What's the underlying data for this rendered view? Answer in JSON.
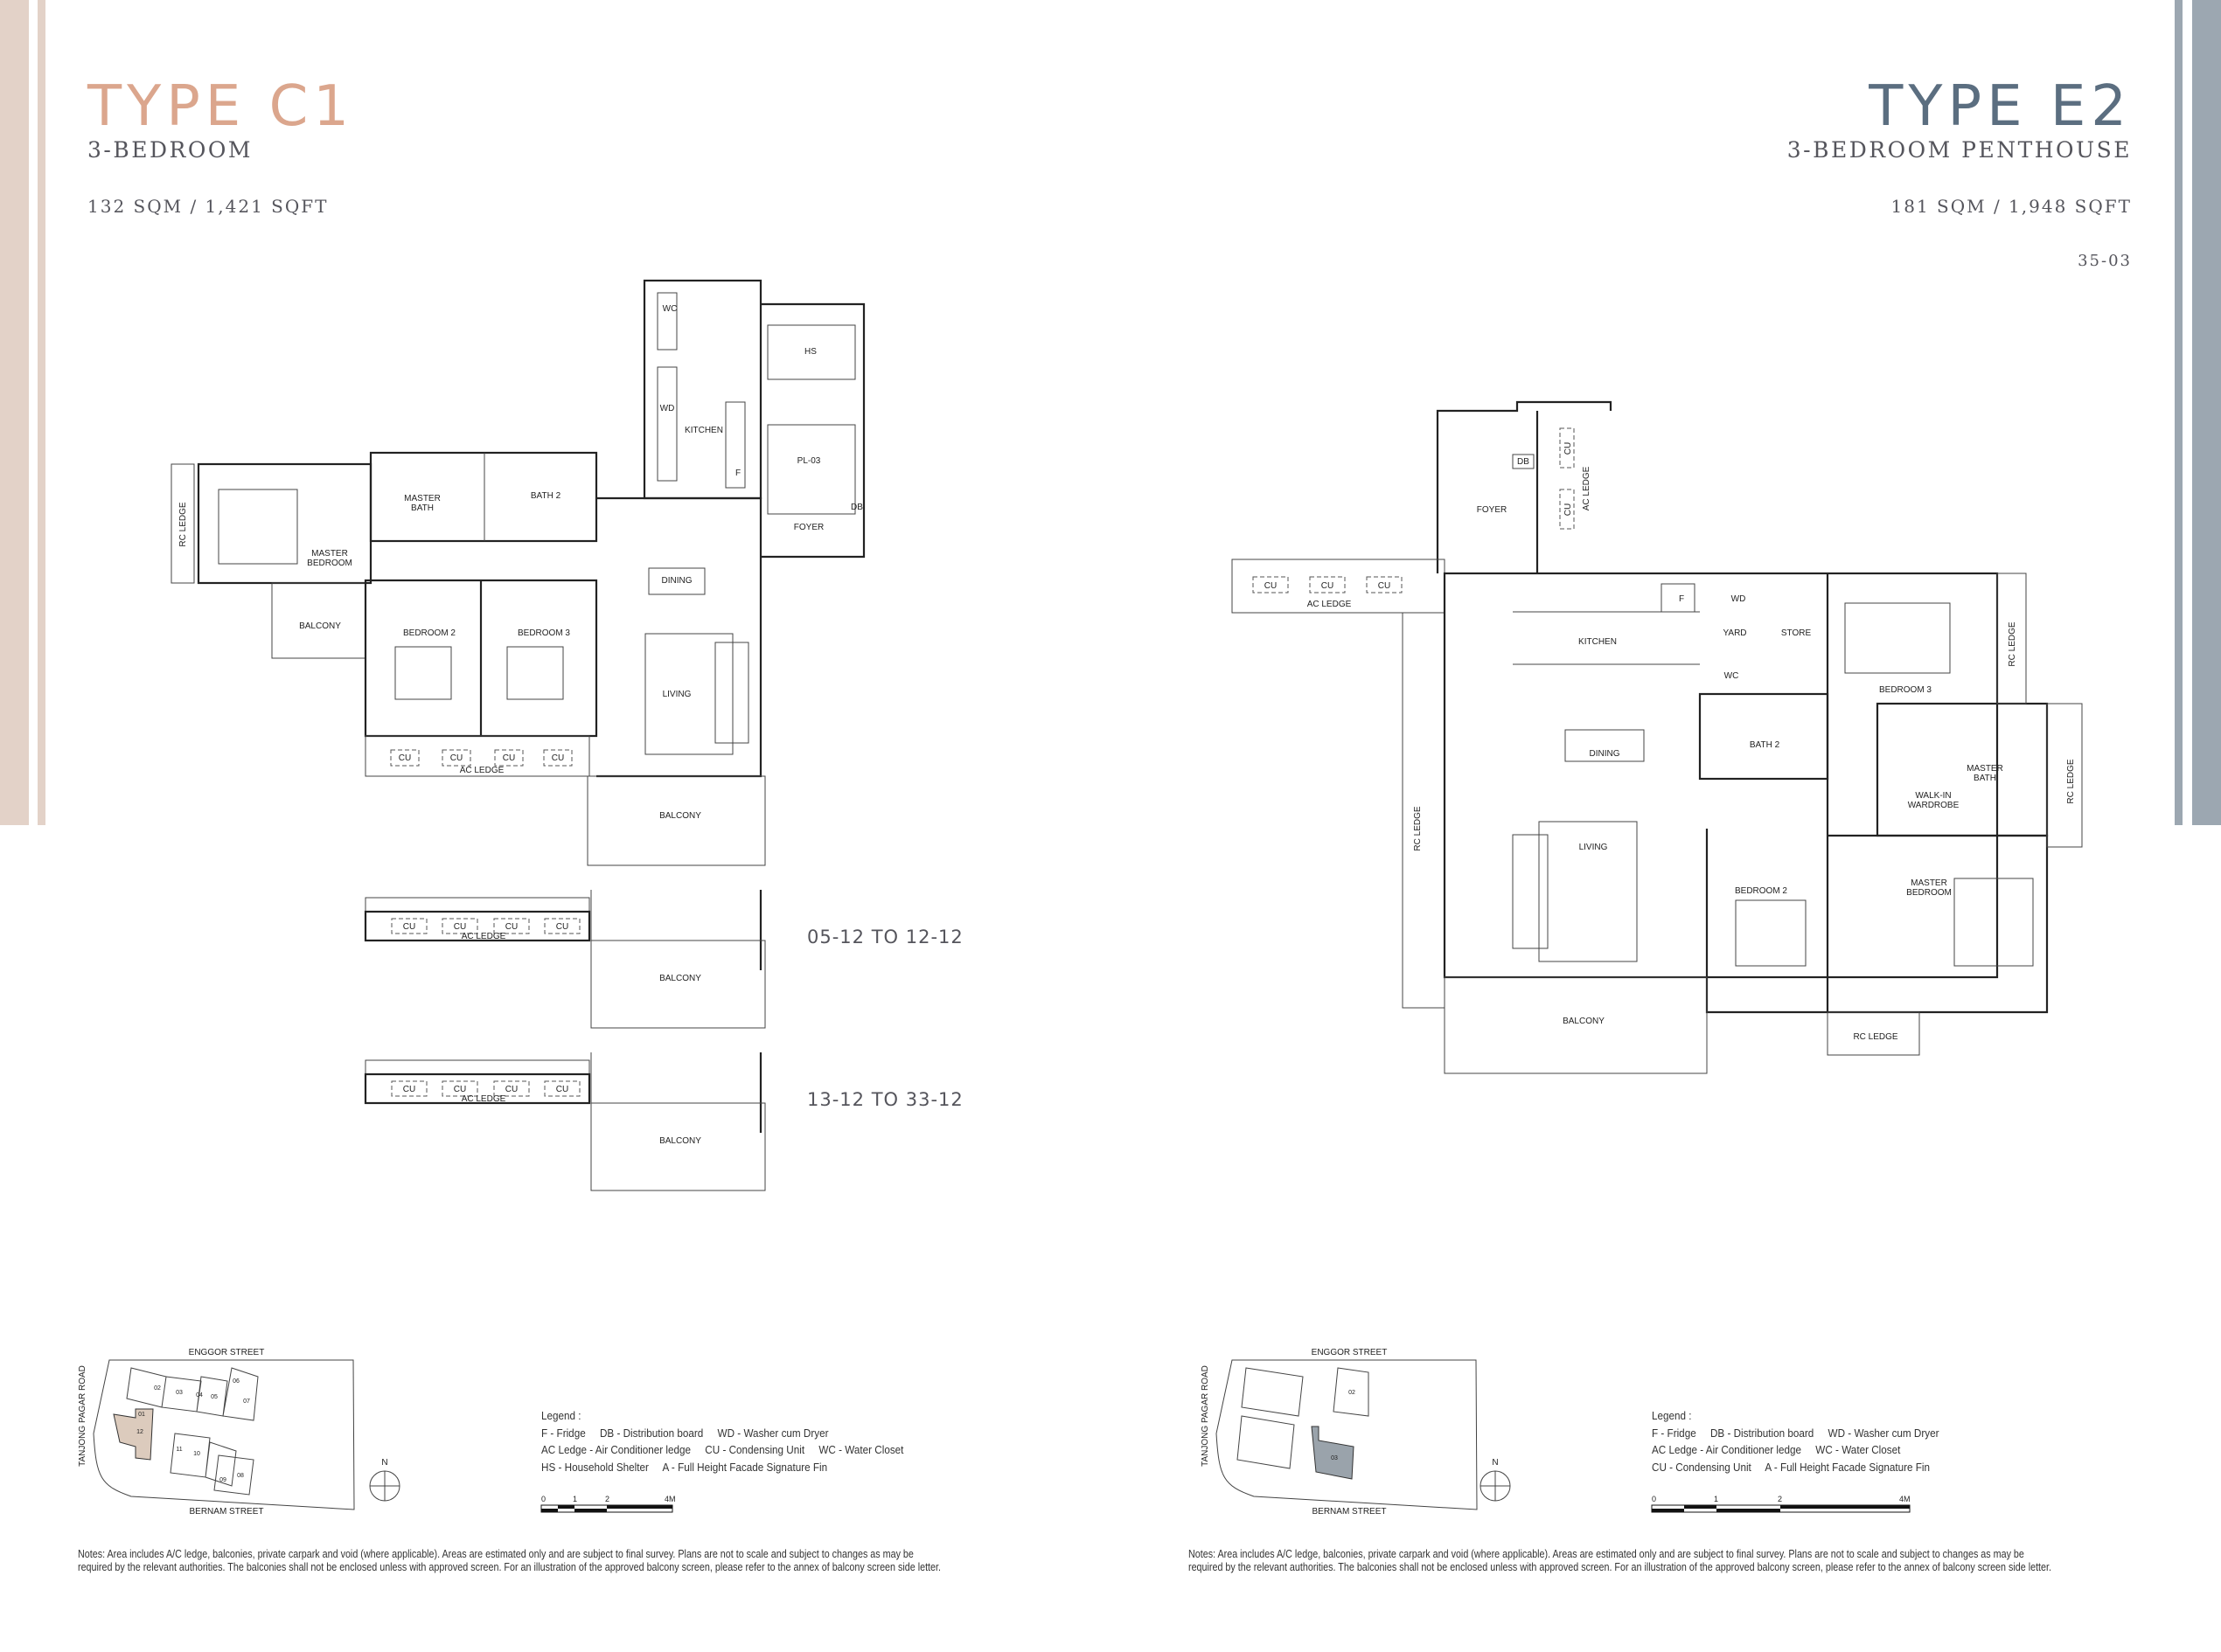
{
  "colors": {
    "c1_accent": "#dba68d",
    "c1_bar": "#e3d2c8",
    "e2_accent": "#5b6e80",
    "e2_bar": "#9ca7b1",
    "text": "#505058",
    "c1_highlight": "#dccbbd",
    "e2_highlight": "#9aa3ab"
  },
  "left": {
    "title": "TYPE C1",
    "subtitle": "3-BEDROOM",
    "area": "132 SQM / 1,421 SQFT",
    "plan": {
      "wc": "WC",
      "wd": "WD",
      "kitchen": "KITCHEN",
      "hs": "HS",
      "pl": "PL-03",
      "f": "F",
      "db": "DB",
      "foyer": "FOYER",
      "master_bath_1": "MASTER",
      "master_bath_2": "BATH",
      "bath2": "BATH 2",
      "master_bed_1": "MASTER",
      "master_bed_2": "BEDROOM",
      "rc_ledge": "RC LEDGE",
      "balcony_side": "BALCONY",
      "bedroom2": "BEDROOM 2",
      "bedroom3": "BEDROOM 3",
      "dining": "DINING",
      "living": "LIVING",
      "cu": [
        "CU",
        "CU",
        "CU",
        "CU"
      ],
      "ac_ledge": "AC LEDGE",
      "balcony": "BALCONY"
    },
    "variants": [
      {
        "label": "05-12 TO 12-12",
        "cu": [
          "CU",
          "CU",
          "CU",
          "CU"
        ],
        "ac_ledge": "AC LEDGE",
        "balcony": "BALCONY"
      },
      {
        "label": "13-12 TO 33-12",
        "cu": [
          "CU",
          "CU",
          "CU",
          "CU"
        ],
        "ac_ledge": "AC LEDGE",
        "balcony": "BALCONY"
      }
    ],
    "key_plan": {
      "top_street": "ENGGOR STREET",
      "bottom_street": "BERNAM STREET",
      "side_road": "TANJONG PAGAR ROAD",
      "north": "N",
      "blocks": [
        "01",
        "02",
        "03",
        "04",
        "05",
        "06",
        "07",
        "08",
        "09",
        "10",
        "11",
        "12"
      ]
    },
    "legend": {
      "title": "Legend :",
      "lines": [
        "F - Fridge     DB - Distribution board     WD - Washer cum Dryer",
        "AC Ledge - Air Conditioner ledge     CU - Condensing Unit     WC - Water Closet",
        "HS - Household Shelter     A - Full Height Facade Signature Fin"
      ]
    },
    "scale": [
      "0",
      "1",
      "2",
      "4M"
    ],
    "notes": [
      "Notes: Area includes A/C ledge, balconies, private carpark and void (where applicable). Areas are estimated only and are subject to final survey. Plans are not to scale and subject to changes as may be",
      "required by the relevant authorities. The balconies shall not be enclosed unless with approved screen. For an illustration of the approved balcony screen, please refer to the annex of balcony screen side letter."
    ]
  },
  "right": {
    "title": "TYPE E2",
    "subtitle": "3-BEDROOM PENTHOUSE",
    "area": "181 SQM / 1,948 SQFT",
    "unit": "35-03",
    "plan": {
      "foyer": "FOYER",
      "db": "DB",
      "cu_v": [
        "CU",
        "CU"
      ],
      "ac_ledge_v": "AC LEDGE",
      "cu": [
        "CU",
        "CU",
        "CU"
      ],
      "ac_ledge": "AC LEDGE",
      "kitchen": "KITCHEN",
      "f": "F",
      "wd": "WD",
      "yard": "YARD",
      "store": "STORE",
      "wc": "WC",
      "bath2": "BATH 2",
      "bedroom3": "BEDROOM 3",
      "rc_ledge_r1": "RC LEDGE",
      "master_bath_1": "MASTER",
      "master_bath_2": "BATH",
      "wiw_1": "WALK-IN",
      "wiw_2": "WARDROBE",
      "rc_ledge_r2": "RC LEDGE",
      "dining": "DINING",
      "rc_ledge_l": "RC LEDGE",
      "living": "LIVING",
      "bedroom2": "BEDROOM 2",
      "master_bed_1": "MASTER",
      "master_bed_2": "BEDROOM",
      "balcony": "BALCONY",
      "rc_ledge_b": "RC LEDGE"
    },
    "key_plan": {
      "top_street": "ENGGOR STREET",
      "bottom_street": "BERNAM STREET",
      "side_road": "TANJONG PAGAR ROAD",
      "north": "N",
      "blocks": [
        "02",
        "03"
      ]
    },
    "legend": {
      "title": "Legend :",
      "lines": [
        "F - Fridge     DB - Distribution board     WD - Washer cum Dryer",
        "AC Ledge - Air Conditioner ledge     WC - Water Closet",
        "CU - Condensing Unit     A - Full Height Facade Signature Fin"
      ]
    },
    "scale": [
      "0",
      "1",
      "2",
      "4M"
    ],
    "notes": [
      "Notes: Area includes A/C ledge, balconies, private carpark and void (where applicable). Areas are estimated only and are subject to final survey. Plans are not to scale and subject to changes as may be",
      "required by the relevant authorities. The balconies shall not be enclosed unless with approved screen. For an illustration of the approved balcony screen, please refer to the annex of balcony screen side letter."
    ]
  }
}
